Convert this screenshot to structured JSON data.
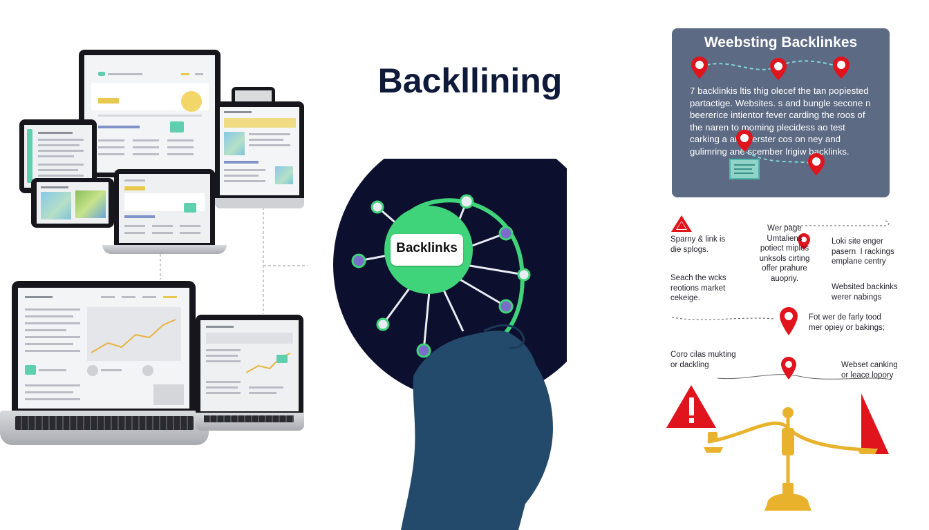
{
  "main_title": "Backllining",
  "hub_label": "Backlinks",
  "panel": {
    "title": "Weebsting Backlinkes",
    "text_lines": [
      "7 backlinkis ltis thig olecef the tan popiested",
      "partactige. Websites. s and bungle secone n",
      "beererice intientor fever carding the roos of",
      "the naren to   moming plecidess ao test",
      "carking a      ane verster cos on ney and",
      "gulimring ane   scember lrigiw backlinks."
    ]
  },
  "labels": {
    "l1": "Sparny & link is\ndie splogs.",
    "l2": "Seach the wcks\nreotions market\ncekeige.",
    "c1": "Wer page\nUmtaliens\npotiect miples\nunksols cirting\noffer prahure\nauopriy.",
    "r1": "Loki site enger\npasern  I rackings\nemplane centry",
    "r2": "Websited backinks\nwerer nabings",
    "r3": "Fot wer de farly tood\nmer opiey or bakings;",
    "l3": "Coro cilas mukting\nor dackling",
    "r4": "Webset canking\nor leace lopory"
  },
  "colors": {
    "navy": "#0d0f2e",
    "green": "#3fd47a",
    "hand": "#234a6b",
    "red": "#e0141d",
    "gold": "#e8b22c",
    "panel": "#5c6a83"
  }
}
